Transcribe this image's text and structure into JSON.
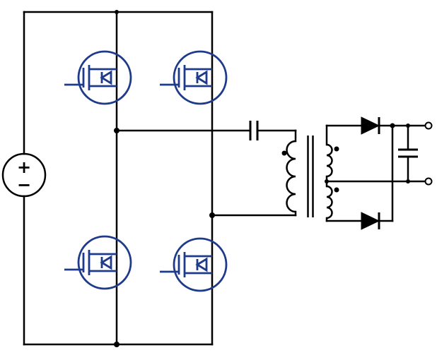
{
  "diagram": {
    "type": "circuit-schematic",
    "description": "Full-bridge MOSFET inverter with series capacitor feeding a center-tapped transformer and two-diode full-wave rectifier with output capacitor",
    "colors": {
      "wire": "#000000",
      "mosfet": "#1e3a8a",
      "background": "#ffffff"
    },
    "dc_source": {
      "plus_label": "+",
      "minus_label": "−"
    },
    "components": [
      {
        "name": "dc-voltage-source"
      },
      {
        "name": "mosfet-q1-high-side-left"
      },
      {
        "name": "mosfet-q2-high-side-right"
      },
      {
        "name": "mosfet-q3-low-side-left"
      },
      {
        "name": "mosfet-q4-low-side-right"
      },
      {
        "name": "series-capacitor"
      },
      {
        "name": "transformer-center-tapped"
      },
      {
        "name": "rectifier-diode-top"
      },
      {
        "name": "rectifier-diode-bottom"
      },
      {
        "name": "output-capacitor"
      },
      {
        "name": "output-terminal-top"
      },
      {
        "name": "output-terminal-bottom"
      }
    ]
  }
}
